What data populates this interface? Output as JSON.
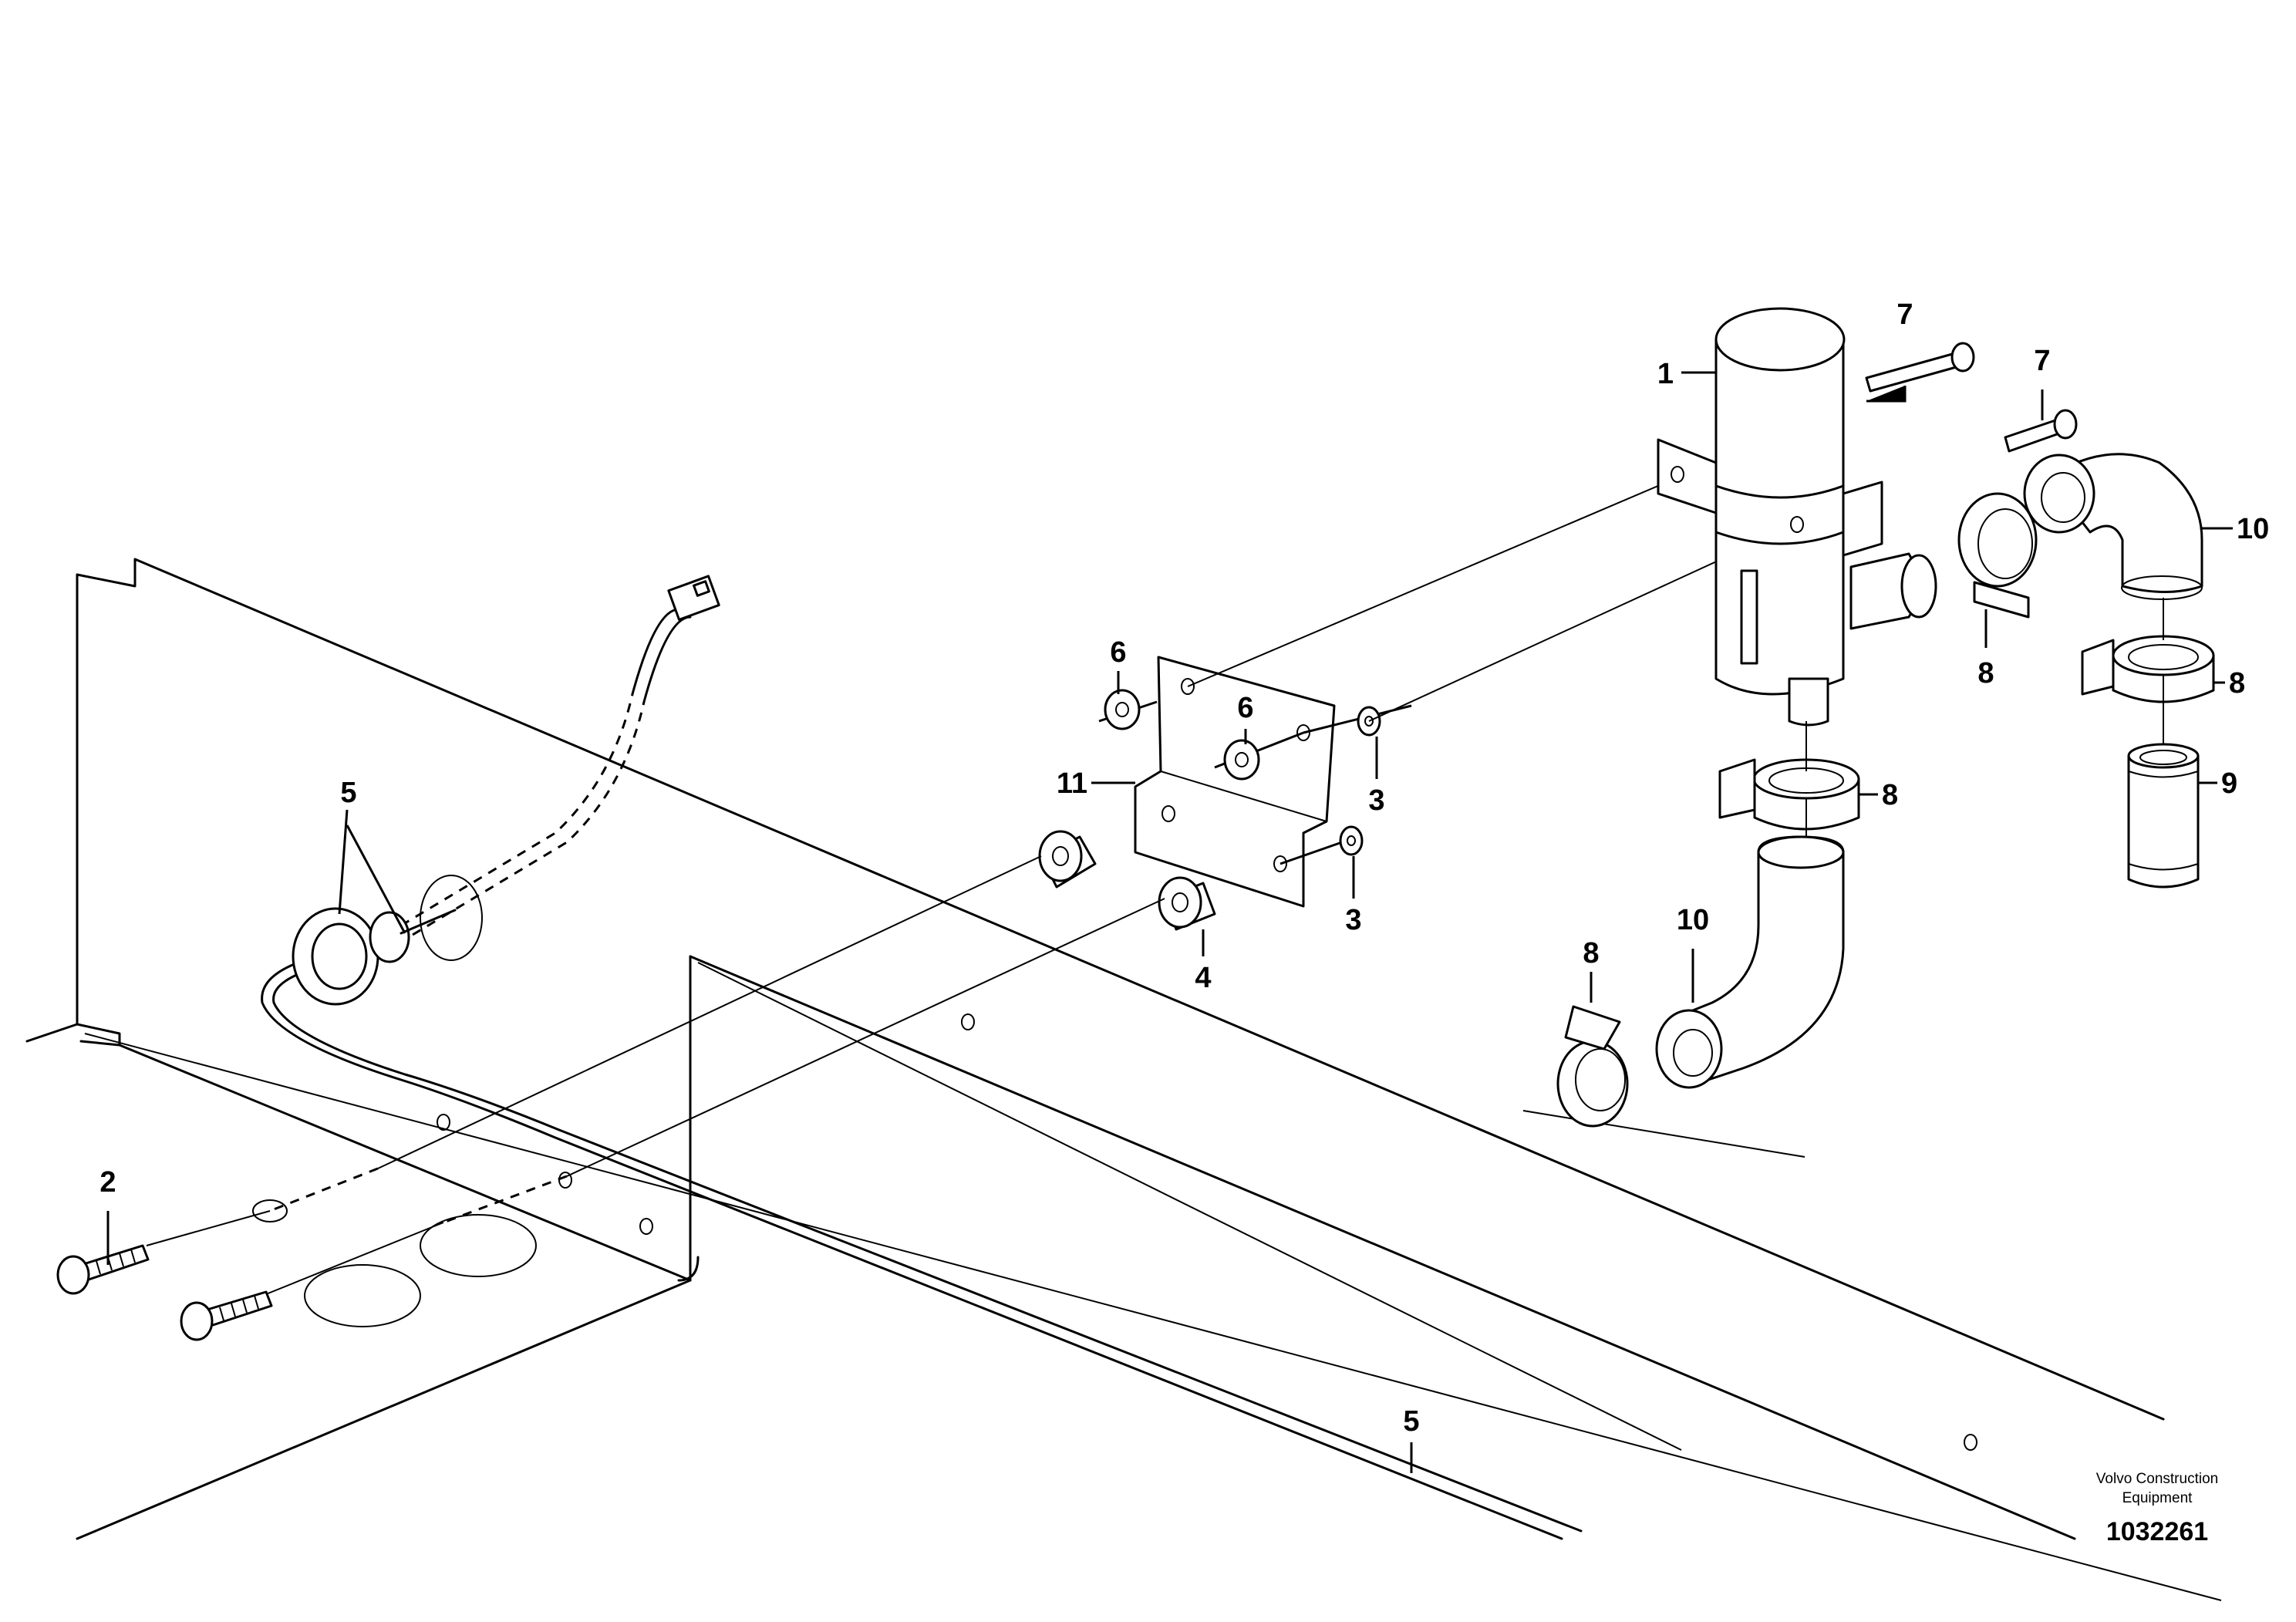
{
  "diagram": {
    "callouts": {
      "c1": "1",
      "c2": "2",
      "c3a": "3",
      "c3b": "3",
      "c4": "4",
      "c5a": "5",
      "c5b": "5",
      "c6a": "6",
      "c6b": "6",
      "c7a": "7",
      "c7b": "7",
      "c8a": "8",
      "c8b": "8",
      "c8c": "8",
      "c8d": "8",
      "c9": "9",
      "c10a": "10",
      "c10b": "10",
      "c11": "11"
    },
    "footer": {
      "company_line1": "Volvo Construction",
      "company_line2": "Equipment",
      "drawing_number": "1032261"
    }
  }
}
